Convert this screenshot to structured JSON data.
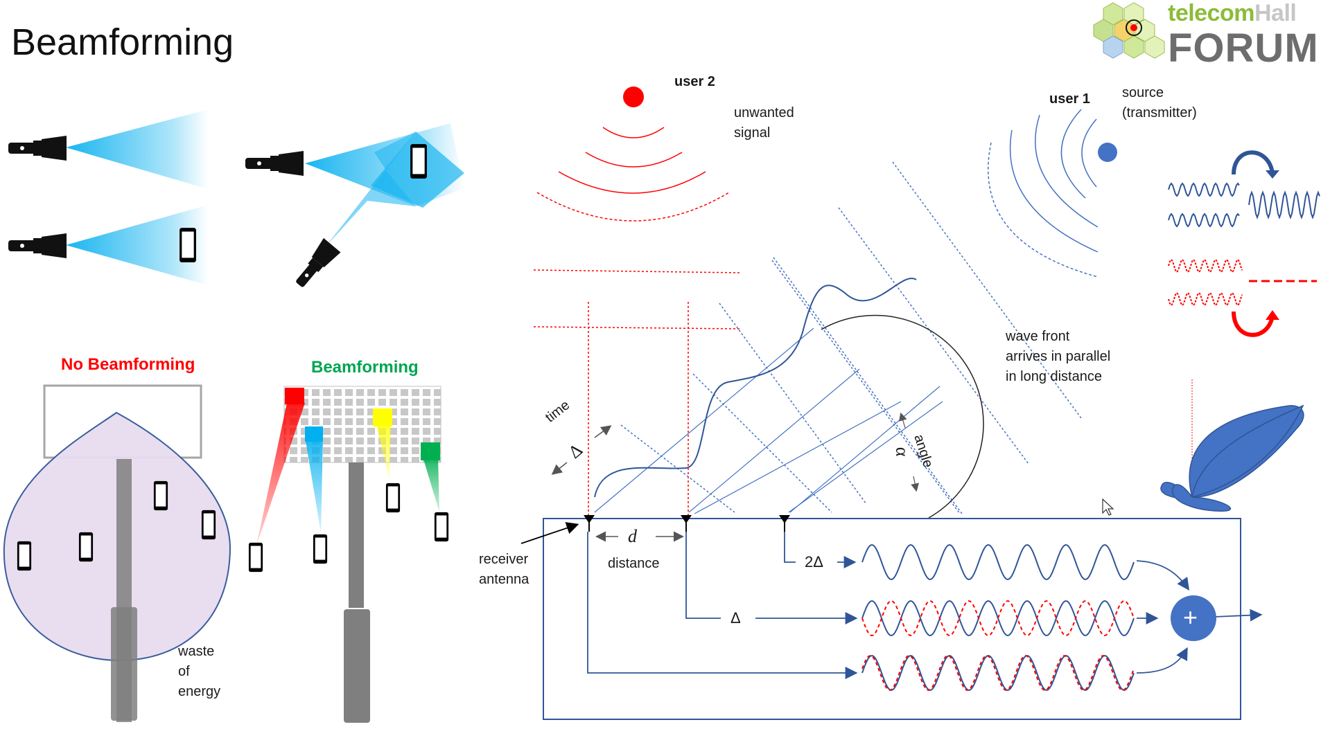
{
  "title": "Beamforming",
  "logo": {
    "top_part1": "telecom",
    "top_part2": "Hall",
    "bottom": "FORUM"
  },
  "labels": {
    "no_beamforming": "No Beamforming",
    "beamforming": "Beamforming",
    "waste_of_energy": [
      "waste",
      "of",
      "energy"
    ],
    "user2": "user 2",
    "user1": "user 1",
    "unwanted_signal": [
      "unwanted",
      "signal"
    ],
    "source": [
      "source",
      "(transmitter)"
    ],
    "wave_front": [
      "wave front",
      "arrives in parallel",
      "in long distance"
    ],
    "time": "time",
    "delta": "Δ",
    "two_delta": "2Δ",
    "angle": "angle",
    "alpha": "α",
    "d": "d",
    "distance": "distance",
    "receiver_antenna": [
      "receiver",
      "antenna"
    ],
    "sum": "+"
  },
  "colors": {
    "beam": "#19b5f0",
    "user2_red": "#ff0000",
    "user1_blue": "#4472c4",
    "wave_blue": "#2f5597",
    "no_beam_fill": "#e8dcf0",
    "pole_gray": "#7f7f7f",
    "panel_gray": "#bfbfbf",
    "bf_red": "#ff0000",
    "bf_blue": "#00b0f0",
    "bf_yellow": "#ffff00",
    "bf_green": "#00b050"
  },
  "icons": [
    "flashlight-icon",
    "smartphone-icon",
    "antenna-icon",
    "mouse-cursor-icon",
    "rotate-arrow-icon",
    "sum-node-icon"
  ]
}
